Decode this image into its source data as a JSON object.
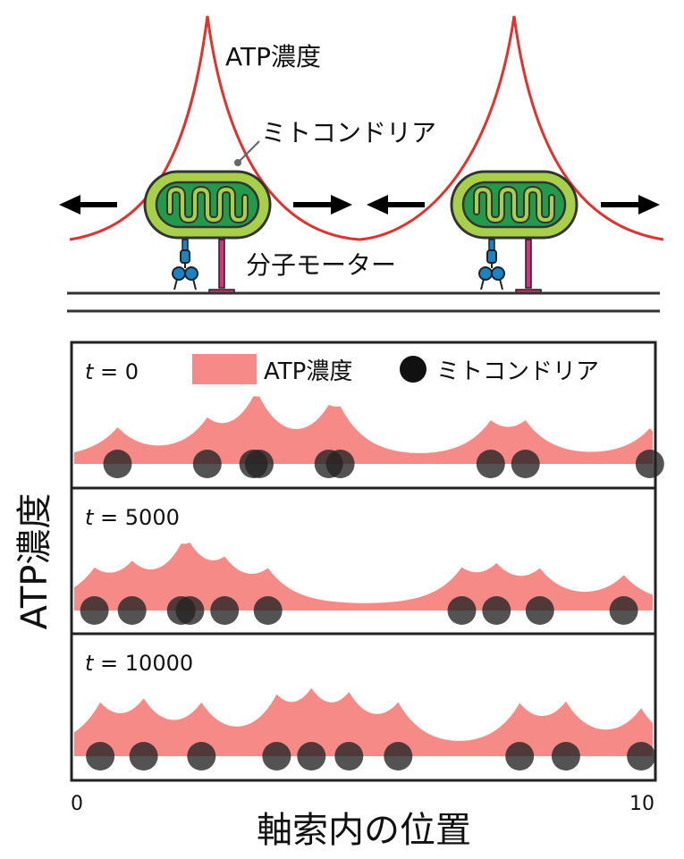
{
  "schematic": {
    "atp_label": "ATP濃度",
    "mito_label": "ミトコンドリア",
    "motor_label": "分子モーター",
    "colors": {
      "atp_curve": "#e0322e",
      "mito_outer": "#a7cf4a",
      "mito_inner": "#239a4a",
      "dynein": "#1b82c4",
      "kinesin": "#d6337a"
    }
  },
  "legend": {
    "atp": "ATP濃度",
    "mito": "ミトコンドリア"
  },
  "chart_data": {
    "type": "area",
    "ylabel": "ATP濃度",
    "xlabel": "軸索内の位置",
    "xlim": [
      0,
      10
    ],
    "x_ticks": [
      "0",
      "10"
    ],
    "colors": {
      "atp_fill": "#f58a87",
      "mito": "#222222"
    },
    "panels": [
      {
        "label": "t = 0",
        "t_var": "t",
        "t_rest": " = 0",
        "mitochondria": [
          0.75,
          2.3,
          3.1,
          3.2,
          4.4,
          4.6,
          7.2,
          7.8,
          9.95
        ]
      },
      {
        "label": "t = 5000",
        "t_var": "t",
        "t_rest": " = 5000",
        "mitochondria": [
          0.35,
          1.0,
          1.85,
          2.0,
          2.6,
          3.35,
          6.7,
          7.3,
          8.05,
          9.5
        ]
      },
      {
        "label": "t = 10000",
        "t_var": "t",
        "t_rest": " = 10000",
        "mitochondria": [
          0.45,
          1.2,
          2.2,
          3.5,
          4.1,
          4.75,
          5.6,
          7.7,
          8.5,
          9.8
        ]
      }
    ]
  }
}
